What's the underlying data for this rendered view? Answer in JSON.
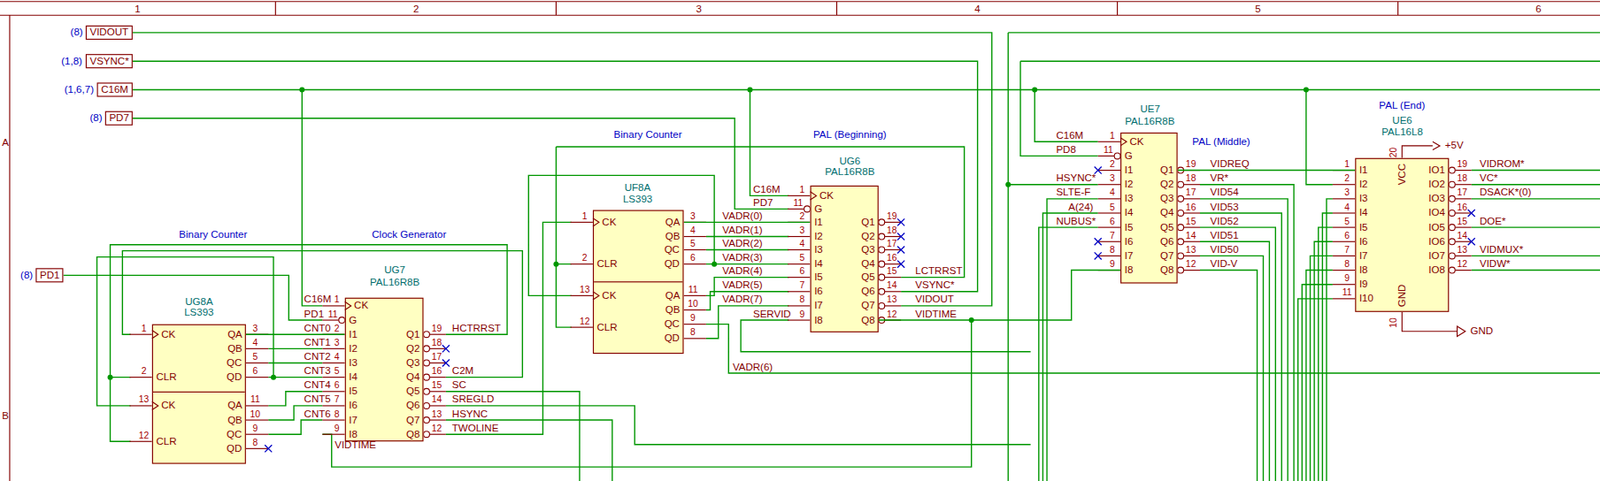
{
  "diagram": {
    "nodes": [
      {
        "text": [
          "Binary Counter",
          "UG8A",
          "LS393"
        ]
      },
      {
        "text": [
          "Clock Generator",
          "UG7",
          "PAL16R8B"
        ]
      },
      {
        "text": [
          "Binary Counter",
          "UF8A",
          "LS393"
        ]
      },
      {
        "text": [
          "PAL (Beginning)",
          "UG6",
          "PAL16R8B"
        ]
      },
      {
        "text": [
          "PAL (Middle)",
          "UE7",
          "PAL16R8B"
        ]
      },
      {
        "text": [
          "PAL (End)",
          "UE6",
          "PAL16L8"
        ]
      }
    ],
    "edges": [
      {
        "from": 0,
        "to": 1,
        "arrow": "none"
      },
      {
        "from": 2,
        "to": 3,
        "arrow": "none"
      },
      {
        "from": 3,
        "to": 4,
        "arrow": "none"
      },
      {
        "from": 4,
        "to": 5,
        "arrow": "none"
      }
    ],
    "labels": [
      "1",
      "2",
      "3",
      "4",
      "5",
      "6",
      "A",
      "B",
      "(8)",
      "VIDOUT",
      "(1,8)",
      "VSYNC*",
      "(1,6,7)",
      "C16M",
      "(8)",
      "PD7",
      "(8)",
      "PD1",
      "1",
      "CK",
      "2",
      "CLR",
      "13",
      "CK",
      "12",
      "CLR",
      "3",
      "QA",
      "4",
      "QB",
      "5",
      "QC",
      "6",
      "QD",
      "11",
      "QA",
      "10",
      "QB",
      "9",
      "QC",
      "8",
      "QD",
      "1",
      "CK",
      "11",
      "G",
      "2",
      "I1",
      "3",
      "I2",
      "4",
      "I3",
      "5",
      "I4",
      "6",
      "I5",
      "7",
      "I6",
      "8",
      "I7",
      "9",
      "I8",
      "19",
      "Q1",
      "18",
      "Q2",
      "17",
      "Q3",
      "16",
      "Q4",
      "15",
      "Q5",
      "14",
      "Q6",
      "13",
      "Q7",
      "12",
      "Q8",
      "1",
      "CK",
      "2",
      "CLR",
      "13",
      "CK",
      "12",
      "CLR",
      "3",
      "QA",
      "4",
      "QB",
      "5",
      "QC",
      "6",
      "QD",
      "11",
      "QA",
      "10",
      "QB",
      "9",
      "QC",
      "8",
      "QD",
      "1",
      "CK",
      "11",
      "G",
      "2",
      "I1",
      "3",
      "I2",
      "4",
      "I3",
      "5",
      "I4",
      "6",
      "I5",
      "7",
      "I6",
      "8",
      "I7",
      "9",
      "I8",
      "19",
      "Q1",
      "18",
      "Q2",
      "17",
      "Q3",
      "16",
      "Q4",
      "15",
      "Q5",
      "14",
      "Q6",
      "13",
      "Q7",
      "12",
      "Q8",
      "1",
      "CK",
      "11",
      "G",
      "2",
      "I1",
      "3",
      "I2",
      "4",
      "I3",
      "5",
      "I4",
      "6",
      "I5",
      "7",
      "I6",
      "8",
      "I7",
      "9",
      "I8",
      "19",
      "Q1",
      "18",
      "Q2",
      "17",
      "Q3",
      "16",
      "Q4",
      "15",
      "Q5",
      "14",
      "Q6",
      "13",
      "Q7",
      "12",
      "Q8",
      "1",
      "I1",
      "2",
      "I2",
      "3",
      "I3",
      "4",
      "I4",
      "5",
      "I5",
      "6",
      "I6",
      "7",
      "I7",
      "8",
      "I8",
      "9",
      "I9",
      "11",
      "I10",
      "19",
      "IO1",
      "18",
      "IO2",
      "17",
      "IO3",
      "16",
      "IO4",
      "15",
      "IO5",
      "14",
      "IO6",
      "13",
      "IO7",
      "12",
      "IO8",
      "20",
      "VCC",
      "10",
      "GND",
      "C16M",
      "PD1",
      "CNT0",
      "CNT1",
      "CNT2",
      "CNT3",
      "CNT4",
      "CNT5",
      "CNT6",
      "VIDTIME",
      "HCTRRST",
      "C2M",
      "SC",
      "SREGLD",
      "HSYNC",
      "TWOLINE",
      "C16M",
      "PD7",
      "VADR(0)",
      "VADR(1)",
      "VADR(2)",
      "VADR(3)",
      "VADR(4)",
      "VADR(5)",
      "VADR(7)",
      "SERVID",
      "VADR(6)",
      "LCTRRST",
      "VSYNC*",
      "VIDOUT",
      "VIDTIME",
      "C16M",
      "PD8",
      "HSYNC*",
      "SLTE-F",
      "A(24)",
      "NUBUS*",
      "VIDREQ",
      "VR*",
      "VID54",
      "VID53",
      "VID52",
      "VID51",
      "VID50",
      "VID-V",
      "VIDROM*",
      "VC*",
      "DSACK*(0)",
      "DOE*",
      "VIDMUX*",
      "VIDW*",
      "+5V",
      "GND"
    ]
  }
}
